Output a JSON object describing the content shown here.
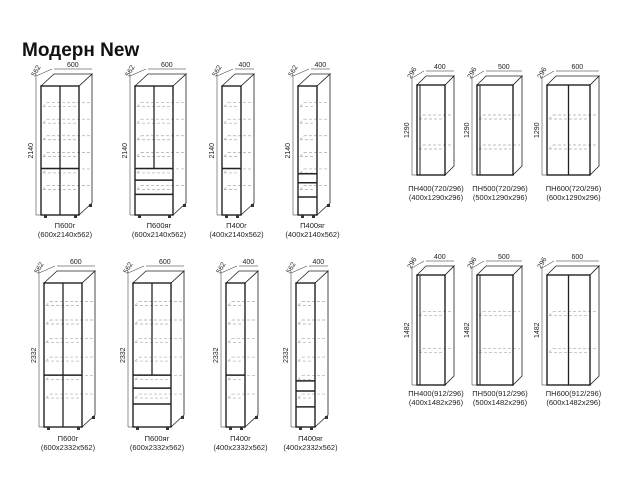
{
  "title": "Модерн New",
  "items": [
    {
      "name": "П600г",
      "size": "(600x2140x562)",
      "w": "600",
      "h": "2140",
      "d": "562",
      "kind": "tall-2door"
    },
    {
      "name": "П600яг",
      "size": "(600x2140x562)",
      "w": "600",
      "h": "2140",
      "d": "562",
      "kind": "tall-2door-drawers"
    },
    {
      "name": "П400г",
      "size": "(400x2140x562)",
      "w": "400",
      "h": "2140",
      "d": "562",
      "kind": "tall-1door"
    },
    {
      "name": "П400яг",
      "size": "(400x2140x562)",
      "w": "400",
      "h": "2140",
      "d": "562",
      "kind": "tall-1door-drawers"
    },
    {
      "name": "П600г",
      "size": "(600x2332x562)",
      "w": "600",
      "h": "2332",
      "d": "562",
      "kind": "tall-2door"
    },
    {
      "name": "П600яг",
      "size": "(600x2332x562)",
      "w": "600",
      "h": "2332",
      "d": "562",
      "kind": "tall-2door-drawers"
    },
    {
      "name": "П400г",
      "size": "(400x2332x562)",
      "w": "400",
      "h": "2332",
      "d": "562",
      "kind": "tall-1door"
    },
    {
      "name": "П400яг",
      "size": "(400x2332x562)",
      "w": "400",
      "h": "2332",
      "d": "562",
      "kind": "tall-1door-drawers"
    },
    {
      "name": "ПН400(720/296)",
      "size": "(400x1290x296)",
      "w": "400",
      "h": "1290",
      "d": "296",
      "kind": "wall-1door"
    },
    {
      "name": "ПН500(720/296)",
      "size": "(500x1290x296)",
      "w": "500",
      "h": "1290",
      "d": "296",
      "kind": "wall-1door"
    },
    {
      "name": "ПН600(720/296)",
      "size": "(600x1290x296)",
      "w": "600",
      "h": "1290",
      "d": "296",
      "kind": "wall-2door"
    },
    {
      "name": "ПН400(912/296)",
      "size": "(400x1482x296)",
      "w": "400",
      "h": "1482",
      "d": "296",
      "kind": "wall-1door"
    },
    {
      "name": "ПН500(912/296)",
      "size": "(500x1482x296)",
      "w": "500",
      "h": "1482",
      "d": "296",
      "kind": "wall-1door"
    },
    {
      "name": "ПН600(912/296)",
      "size": "(600x1482x296)",
      "w": "600",
      "h": "1482",
      "d": "296",
      "kind": "wall-2door"
    }
  ]
}
